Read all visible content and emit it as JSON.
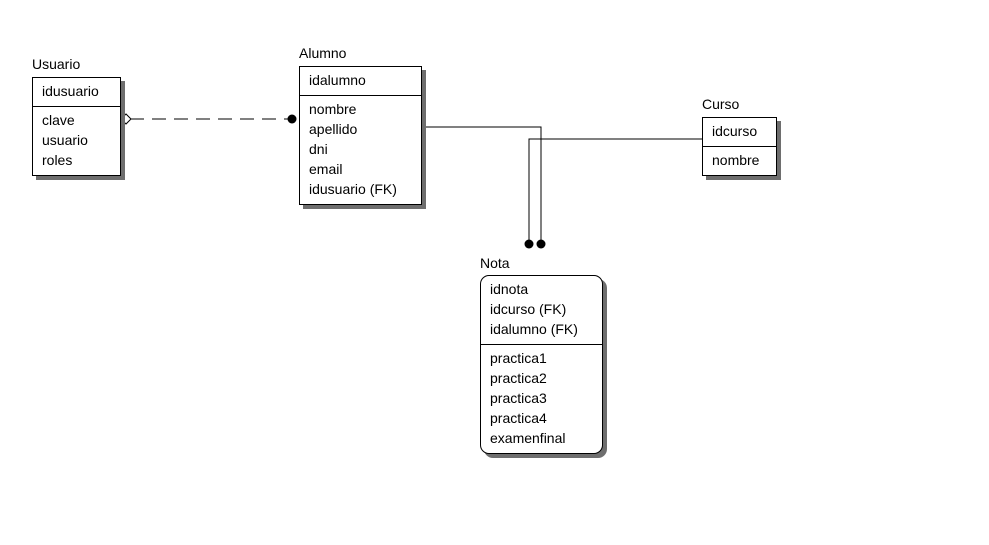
{
  "entities": {
    "usuario": {
      "name": "Usuario",
      "keys": [
        "idusuario"
      ],
      "attrs": [
        "clave",
        "usuario",
        "roles"
      ]
    },
    "alumno": {
      "name": "Alumno",
      "keys": [
        "idalumno"
      ],
      "attrs": [
        "nombre",
        "apellido",
        "dni",
        "email",
        "idusuario (FK)"
      ]
    },
    "curso": {
      "name": "Curso",
      "keys": [
        "idcurso"
      ],
      "attrs": [
        "nombre"
      ]
    },
    "nota": {
      "name": "Nota",
      "keys": [
        "idnota",
        "idcurso (FK)",
        "idalumno (FK)"
      ],
      "attrs": [
        "practica1",
        "practica2",
        "practica3",
        "practica4",
        "examenfinal"
      ]
    }
  },
  "relationships": [
    {
      "from": "Usuario",
      "to": "Alumno",
      "style": "dashed",
      "parent_end": "diamond",
      "child_end": "dot"
    },
    {
      "from": "Alumno",
      "to": "Nota",
      "style": "solid",
      "child_end": "dot"
    },
    {
      "from": "Curso",
      "to": "Nota",
      "style": "solid",
      "child_end": "dot"
    }
  ]
}
